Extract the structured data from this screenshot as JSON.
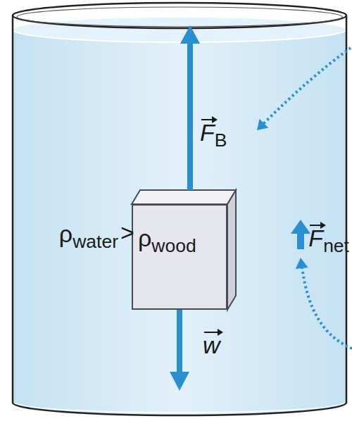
{
  "diagram": {
    "nodes": [
      {
        "text": [
          "ρwood"
        ]
      }
    ],
    "labels": [
      "FB",
      "ρwater",
      ">",
      "Fnet",
      "w"
    ]
  }
}
